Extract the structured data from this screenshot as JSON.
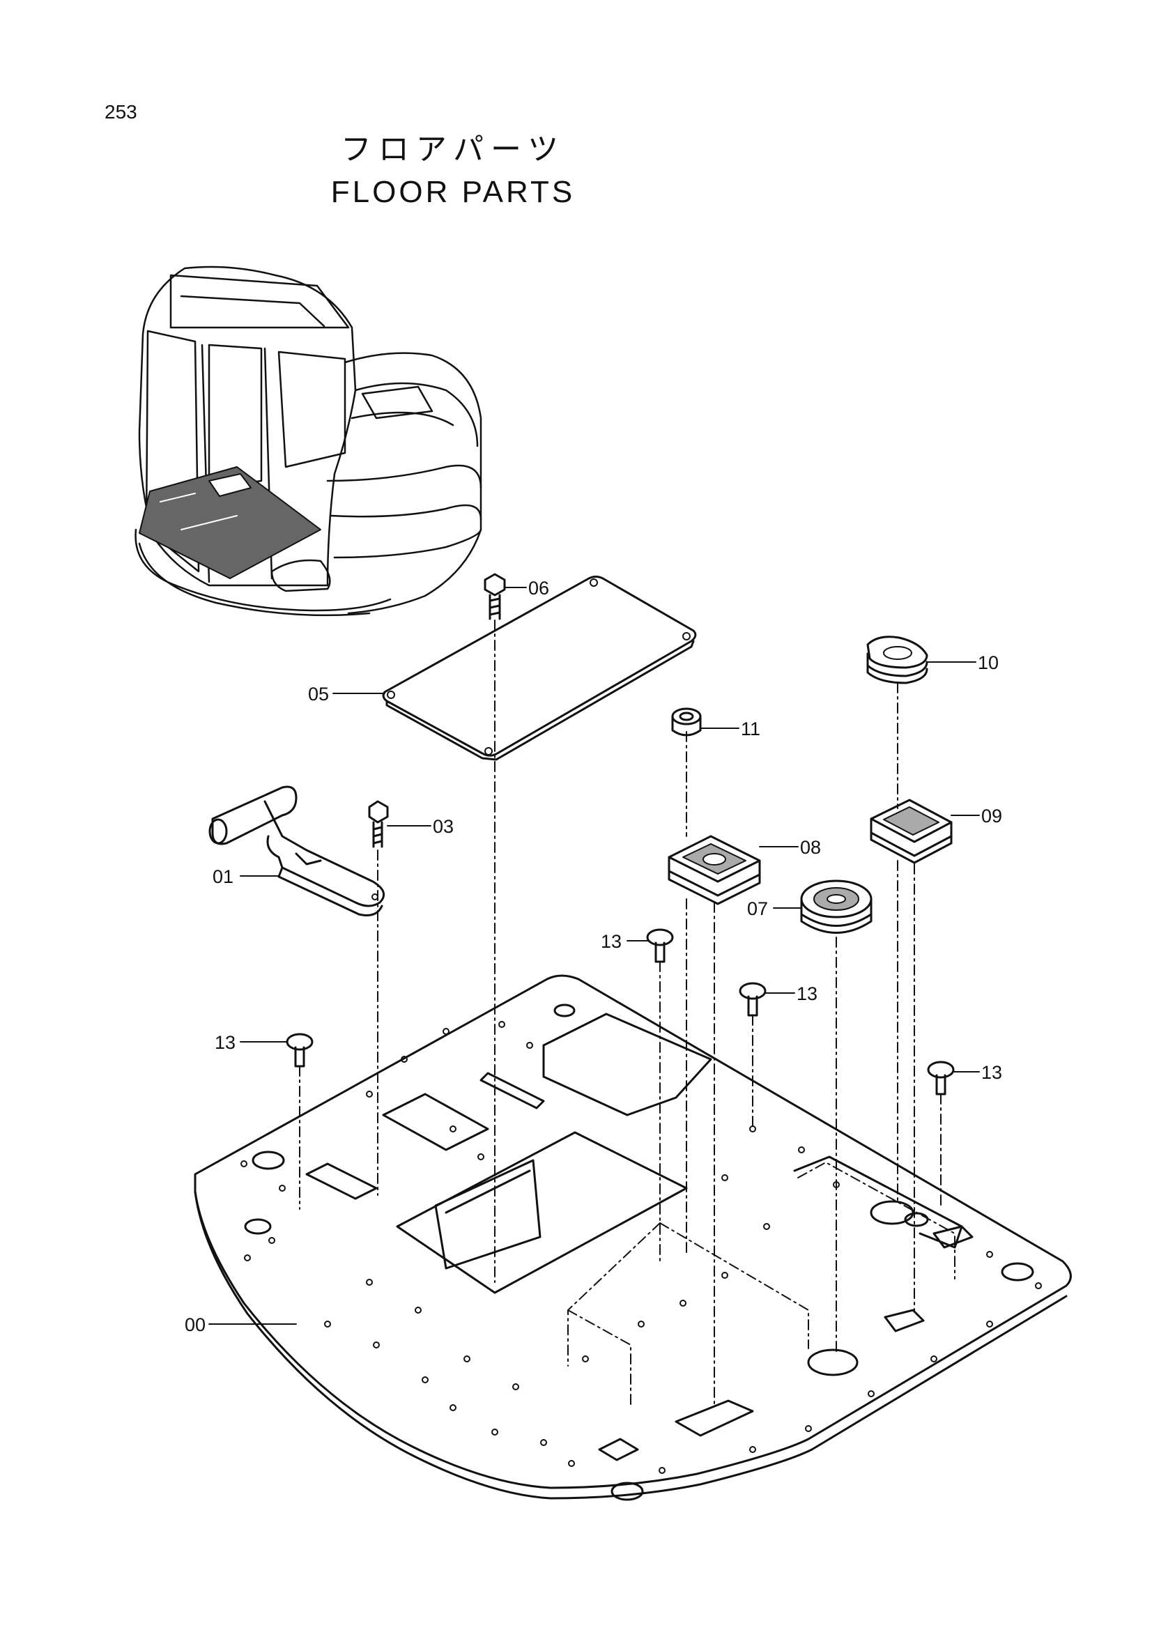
{
  "page": {
    "number": "253"
  },
  "title": {
    "japanese": "フロアパーツ",
    "english": "FLOOR  PARTS"
  },
  "callouts": [
    {
      "id": "00",
      "label": "00"
    },
    {
      "id": "01",
      "label": "01"
    },
    {
      "id": "03",
      "label": "03"
    },
    {
      "id": "05",
      "label": "05"
    },
    {
      "id": "06",
      "label": "06"
    },
    {
      "id": "07",
      "label": "07"
    },
    {
      "id": "08",
      "label": "08"
    },
    {
      "id": "09",
      "label": "09"
    },
    {
      "id": "10",
      "label": "10"
    },
    {
      "id": "11",
      "label": "11"
    },
    {
      "id": "13a",
      "label": "13"
    },
    {
      "id": "13b",
      "label": "13"
    },
    {
      "id": "13c",
      "label": "13"
    },
    {
      "id": "13d",
      "label": "13"
    }
  ]
}
